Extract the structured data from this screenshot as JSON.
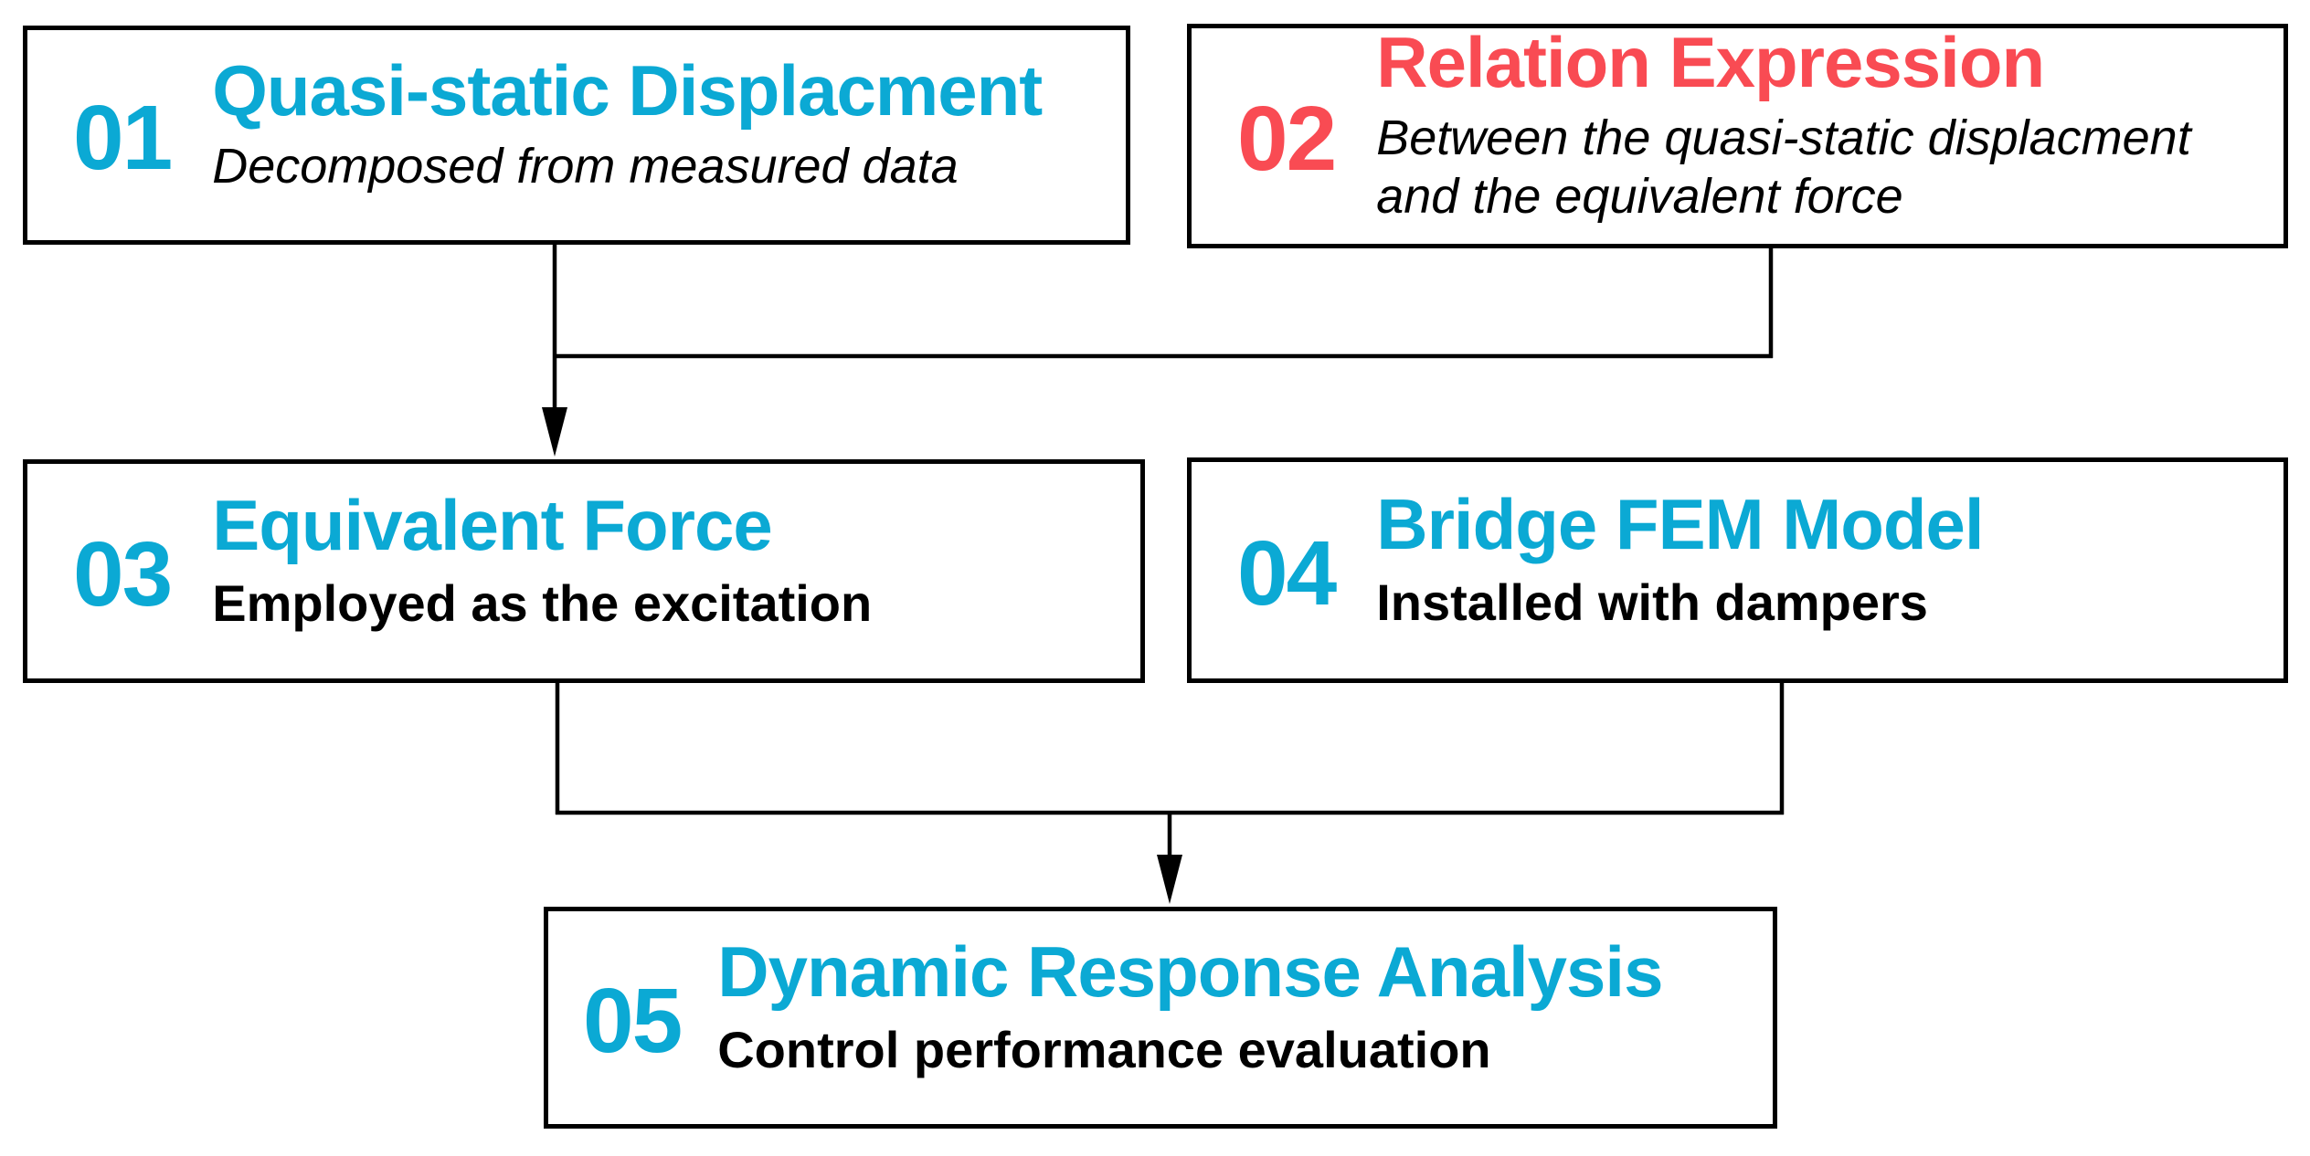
{
  "theme": {
    "accent_cyan": "#0BA9D4",
    "accent_red": "#F94B53",
    "line_color": "#000000",
    "background": "#FFFFFF"
  },
  "diagram": {
    "type": "flowchart",
    "boxes": [
      {
        "number": "01",
        "title": "Quasi-static Displacment",
        "subtitle_lines": [
          "Decomposed from measured data"
        ],
        "accent": "cyan",
        "subtitle_style": "italic"
      },
      {
        "number": "02",
        "title": "Relation Expression",
        "subtitle_lines": [
          "Between the quasi-static displacment",
          "and the equivalent force"
        ],
        "accent": "red",
        "subtitle_style": "italic"
      },
      {
        "number": "03",
        "title": "Equivalent Force",
        "subtitle_lines": [
          "Employed as the excitation"
        ],
        "accent": "cyan",
        "subtitle_style": "bold"
      },
      {
        "number": "04",
        "title": "Bridge FEM Model",
        "subtitle_lines": [
          "Installed with dampers"
        ],
        "accent": "cyan",
        "subtitle_style": "bold"
      },
      {
        "number": "05",
        "title": "Dynamic Response Analysis",
        "subtitle_lines": [
          "Control performance evaluation"
        ],
        "accent": "cyan",
        "subtitle_style": "bold"
      }
    ],
    "edges": [
      {
        "from": "01",
        "to": "03"
      },
      {
        "from": "02",
        "to": "03"
      },
      {
        "from": "03",
        "to": "05"
      },
      {
        "from": "04",
        "to": "05"
      }
    ]
  }
}
